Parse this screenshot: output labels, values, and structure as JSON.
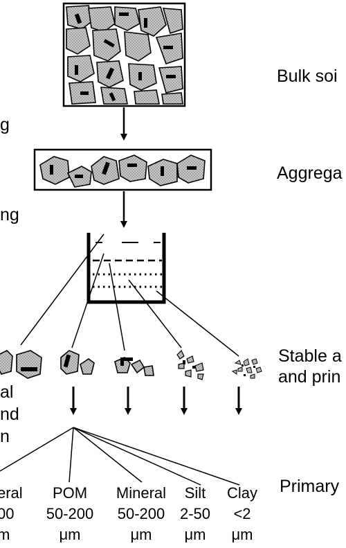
{
  "labels": {
    "bulk_soil": "Bulk soi",
    "step_left_1": "g",
    "aggregates": "Aggrega",
    "step_left_2": "ng",
    "stable": [
      "Stable a",
      "and prin"
    ],
    "left_cut": [
      "al",
      "nd",
      "n"
    ],
    "primary": "Primary"
  },
  "fractions": [
    {
      "name": "eral",
      "range": "00",
      "unit": "m"
    },
    {
      "name": "POM",
      "range": "50-200",
      "unit": "μm"
    },
    {
      "name": "Mineral",
      "range": "50-200",
      "unit": "μm"
    },
    {
      "name": "Silt",
      "range": "2-50",
      "unit": "μm"
    },
    {
      "name": "Clay",
      "range": "<2",
      "unit": "μm"
    }
  ]
}
